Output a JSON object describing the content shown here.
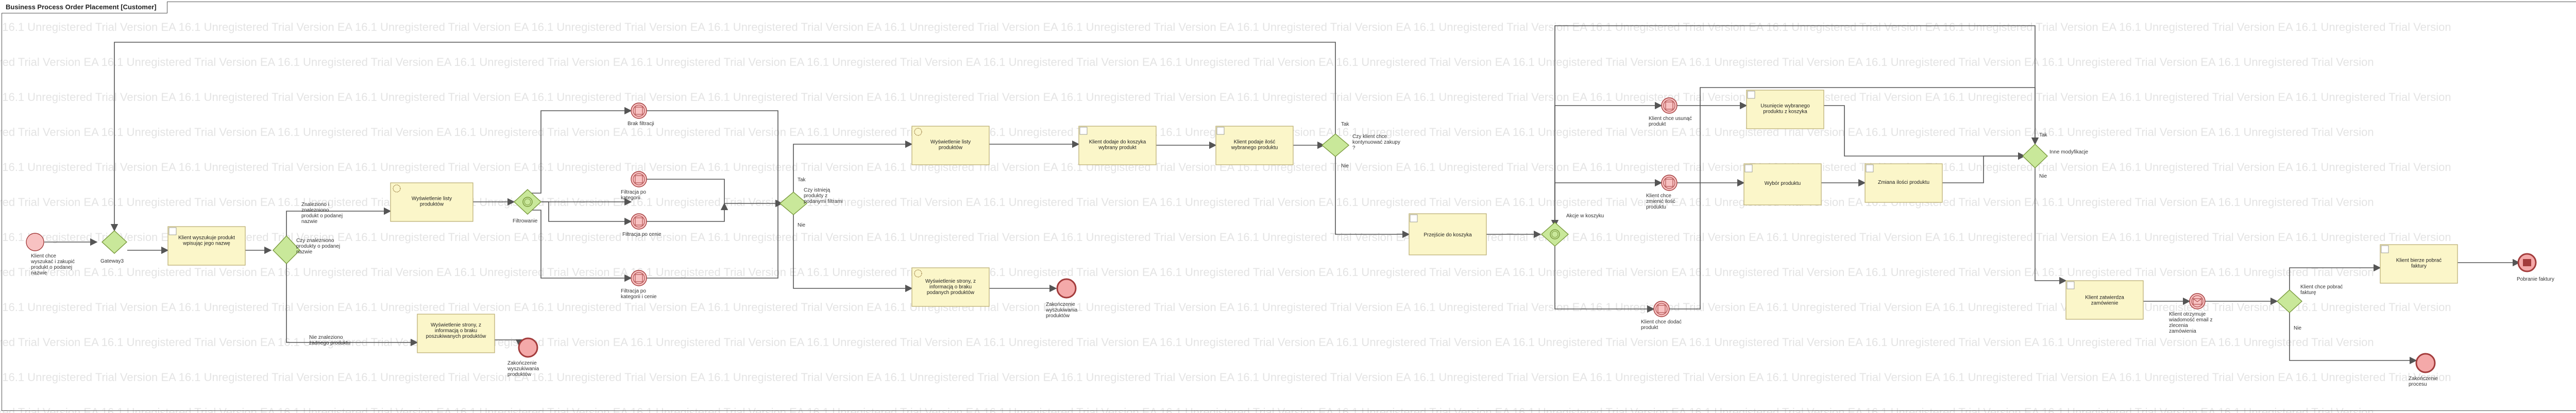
{
  "diagram": {
    "title": "Business Process Order Placement [Customer]",
    "watermark": "EA 16.1 Unregistered Trial Version",
    "colors": {
      "task_fill": "#fbf6c9",
      "task_stroke": "#b8ab6e",
      "gateway_fill": "#c9e89a",
      "gateway_stroke": "#7a9a3e",
      "start_fill": "#f8c2c2",
      "end_fill": "#f4a9a9",
      "event_stroke": "#a33c3c",
      "edge": "#555555"
    },
    "tasks": {
      "wyszukuje": "Klient wyszukuje produkt wpisując jego nazwę",
      "wyswietlenie_listy_1": "Wyświetlenie listy produktów",
      "wyswietlenie_strony_1": "Wyświetlenie strony, z informacją o braku poszukiwanych produktów",
      "wyswietlenie_listy_2": "Wyświetlenie listy produktów",
      "wyswietlenie_strony_2": "Wyświetlenie strony, z informacją o braku podanych produktów",
      "dodaje": "Klient dodaje do koszyka wybrany produkt",
      "podaje_ilosc": "Klient podaje ilość wybranego produktu",
      "przejscie": "Przejście do koszyka",
      "usuniecie": "Usunięcie wybranego produktu z koszyka",
      "wybor": "Wybór produktu",
      "zmiana": "Zmiana ilości produktu",
      "zatwierdza": "Klient zatwierdza zamówienie",
      "bierze_faktury": "Klient bierze pobrać faktury"
    },
    "events": {
      "start": "Klient chce wyszukać i zakupić produkt o podanej nazwie",
      "brak_filtracji": "Brak filtracji",
      "filtracja_kategorii": "Filtracja po kategorii",
      "filtracja_cenie": "Filtracja po cenie",
      "filtracja_kat_cenie": "Filtracja po kategorii i cenie",
      "zakonczenie_1": "Zakończenie wyszukiwania produktów",
      "zakonczenie_2": "Zakończenie wyszukiwania produktów",
      "chce_usunac": "Klient chce usunąć produkt",
      "chce_zmienic": "Klient chce zmienić ilość produktu",
      "chce_dodac": "Klient chce dodać produkt",
      "otrzymuje": "Klient otrzymuje wiadomość email z zlecenia zamówienia",
      "pobrane_faktury": "Pobranie faktury",
      "zakonczenie_procesu": "Zakończenie procesu"
    },
    "gateways": {
      "g1": "Gateway3",
      "g2": "Czy znalezniono produkty o podanej nazwie",
      "g3": "Filtrowanie",
      "g4": "Czy istnieją produkty z podanymi filtrami",
      "g5": "Czy klient chce kontynuować zakupy ?",
      "g6": "Akcje w koszyku",
      "g7": "Inne modyfikacje",
      "g8": "Klient chce pobrać fakturę"
    },
    "flow_labels": {
      "found": "Znaleziono i znalezniono produkt o podanej nazwie",
      "not_found": "Nie znaleziono żadnego produktu",
      "g4_yes": "Tak",
      "g4_no": "Nie",
      "g5_yes": "Tak",
      "g5_no": "Nie",
      "g7_yes": "Tak",
      "g7_no": "Nie",
      "g8_no": "Nie"
    }
  }
}
